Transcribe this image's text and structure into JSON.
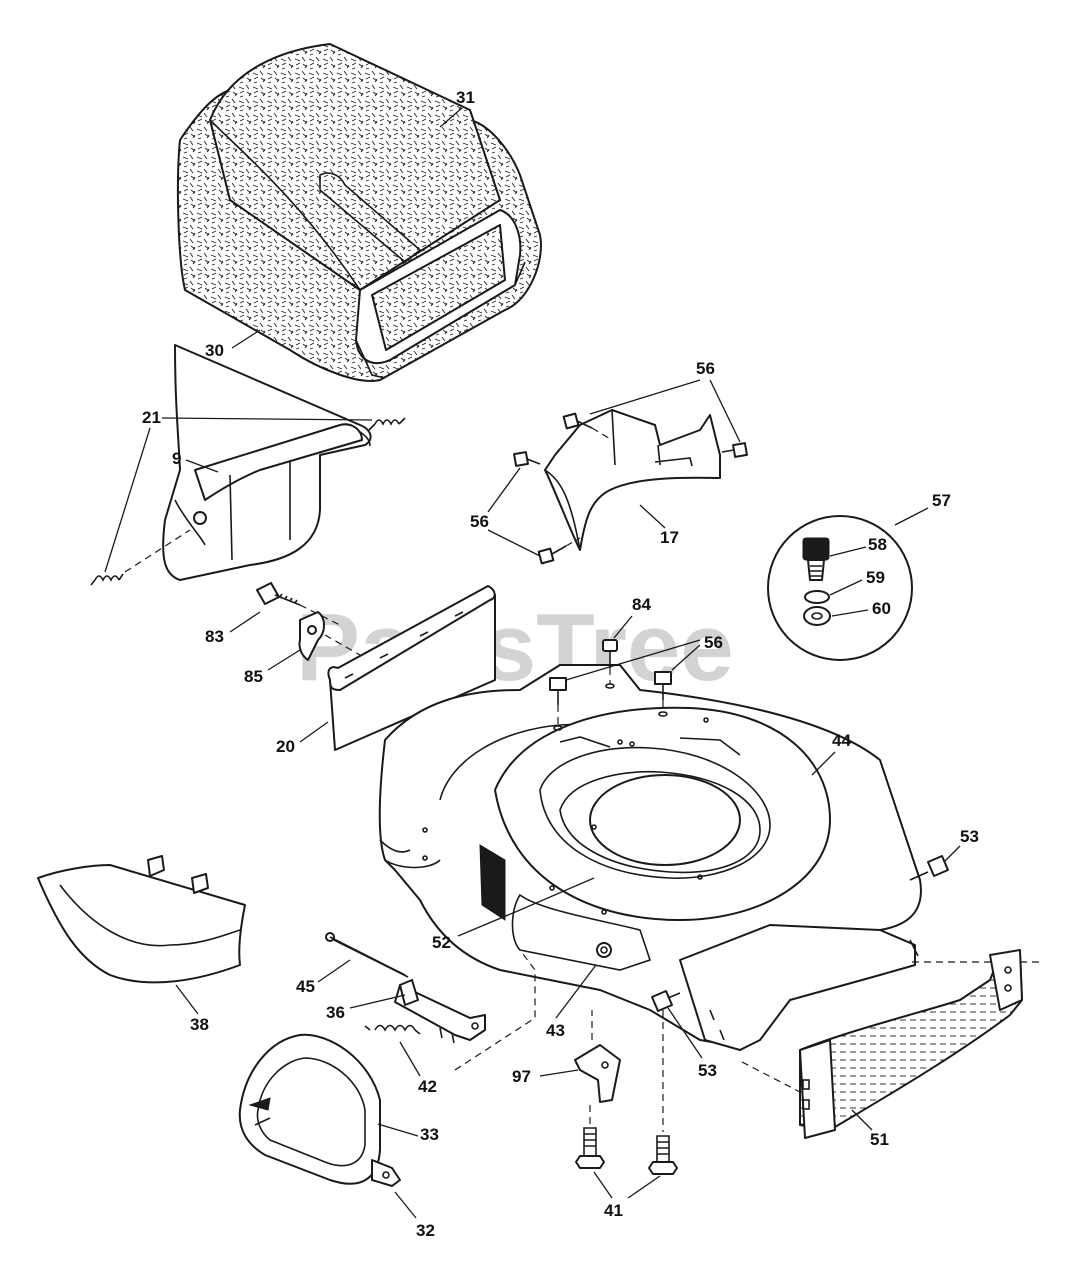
{
  "watermark": {
    "text": "PartsTree",
    "trademark": "TM"
  },
  "callouts": {
    "c31": "31",
    "c30": "30",
    "c21": "21",
    "c9": "9",
    "c56a": "56",
    "c56b": "56",
    "c17": "17",
    "c57": "57",
    "c58": "58",
    "c59": "59",
    "c60": "60",
    "c83": "83",
    "c85": "85",
    "c20": "20",
    "c84": "84",
    "c56c": "56",
    "c44": "44",
    "c53a": "53",
    "c52": "52",
    "c38": "38",
    "c45": "45",
    "c36": "36",
    "c43": "43",
    "c42": "42",
    "c97": "97",
    "c53b": "53",
    "c51": "51",
    "c33": "33",
    "c41": "41",
    "c32": "32"
  }
}
